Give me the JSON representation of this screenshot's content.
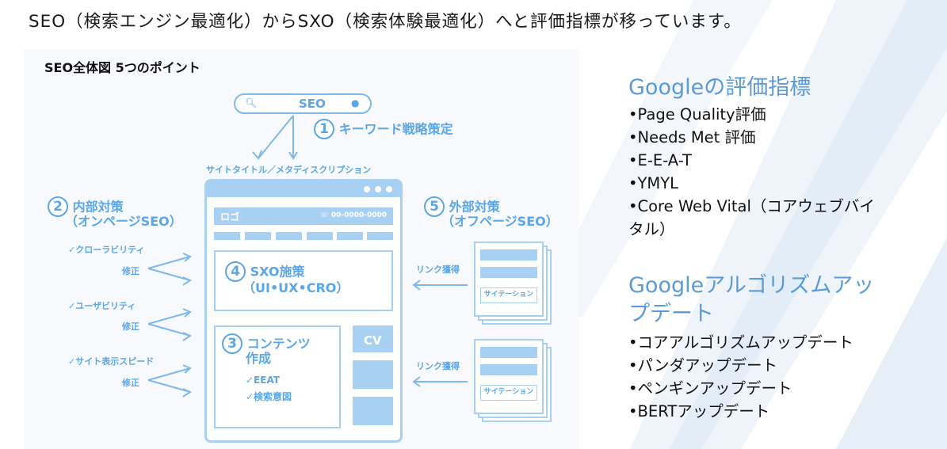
{
  "headline": "SEO（検索エンジン最適化）からSXO（検索体験最適化）へと評価指標が移っています。",
  "diagram": {
    "title": "SEO全体図  5つのポイント",
    "search_query": "SEO",
    "title_meta": "サイトタイトル／メタディスクリプション",
    "point1": {
      "num": "1",
      "label": "キーワード戦略策定"
    },
    "point2": {
      "num": "2",
      "label": "内部対策",
      "sub": "（オンページSEO）"
    },
    "point3": {
      "num": "3",
      "label_line1": "コンテンツ",
      "label_line2": "作成",
      "check1": "✓EEAT",
      "check2": "✓検索意図"
    },
    "point4": {
      "num": "4",
      "label": "SXO施策",
      "sub": "（UI•UX•CRO）"
    },
    "point5": {
      "num": "5",
      "label": "外部対策",
      "sub": "（オフページSEO）"
    },
    "internal_checks": [
      {
        "check": "✓クローラビリティ",
        "fix": "修正"
      },
      {
        "check": "✓ユーザビリティ",
        "fix": "修正"
      },
      {
        "check": "✓サイト表示スピード",
        "fix": "修正"
      }
    ],
    "logo": "ロゴ",
    "phone": "☏ 00-0000-0000",
    "cv": "CV",
    "link_label": "リンク獲得",
    "citation": "サイテーション"
  },
  "google_metrics": {
    "heading": "Googleの評価指標",
    "items": [
      "•Page Quality評価",
      "•Needs Met 評価",
      "•E-E-A-T",
      "•YMYL",
      "•Core Web Vital（コアウェブバイ",
      "タル）"
    ]
  },
  "google_updates": {
    "heading_line1": "Googleアルゴリズムアッ",
    "heading_line2": "プデート",
    "items": [
      "•コアアルゴリズムアップデート",
      "•パンダアップデート",
      "•ペンギンアップデート",
      "•BERTアップデート"
    ]
  },
  "colors": {
    "accent": "#5ba7e6",
    "light": "#a8d0f3",
    "heading": "#5b9bd5"
  }
}
